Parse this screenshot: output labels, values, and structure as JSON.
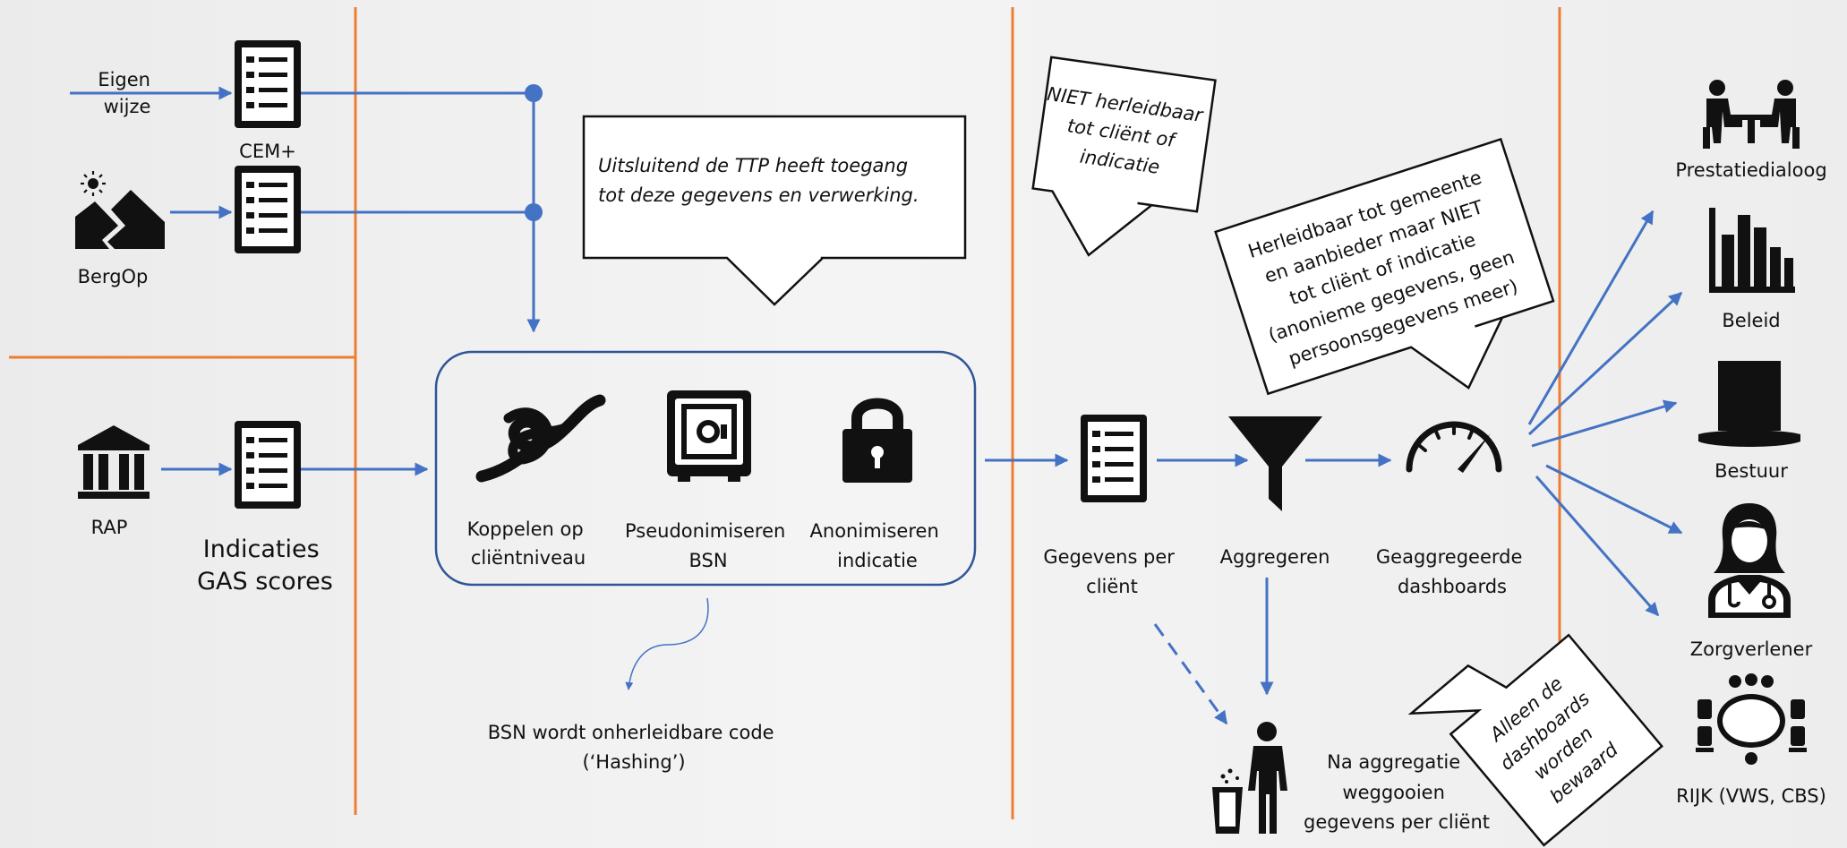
{
  "sources": {
    "eigen_wijze": [
      "Eigen",
      "wijze"
    ],
    "cem_label": "CEM+",
    "bergop_label": "BergOp",
    "rap_label": "RAP",
    "indicaties": [
      "Indicaties",
      "GAS scores"
    ]
  },
  "ttp": {
    "callout": [
      "Uitsluitend de TTP heeft toegang",
      "tot deze gegevens en verwerking."
    ],
    "steps": [
      {
        "label": [
          "Koppelen op",
          "cliëntniveau"
        ],
        "icon": "knot-icon"
      },
      {
        "label": [
          "Pseudonimiseren",
          "BSN"
        ],
        "icon": "safe-icon"
      },
      {
        "label": [
          "Anonimiseren",
          "indicatie"
        ],
        "icon": "padlock-icon"
      }
    ],
    "hashing_note": [
      "BSN wordt onherleidbare code",
      "(‘Hashing’)"
    ]
  },
  "processing": {
    "callout_niet": [
      "NIET herleidbaar",
      "tot cliënt of",
      "indicatie"
    ],
    "callout_herleidbaar": [
      "Herleidbaar tot gemeente",
      "en aanbieder maar NIET",
      "tot cliënt of indicatie",
      "(anonieme gegevens, geen",
      "persoonsgegevens meer)"
    ],
    "gegevens_per_client": [
      "Gegevens per",
      "cliënt"
    ],
    "aggregeren": "Aggregeren",
    "dashboards": [
      "Geaggregeerde",
      "dashboards"
    ],
    "weggooien": [
      "Na aggregatie",
      "weggooien",
      "gegevens per cliënt"
    ]
  },
  "outputs": {
    "items": [
      {
        "label": "Prestatiedialoog",
        "icon": "meeting-icon"
      },
      {
        "label": "Beleid",
        "icon": "bar-chart-icon"
      },
      {
        "label": "Bestuur",
        "icon": "top-hat-icon"
      },
      {
        "label": "Zorgverlener",
        "icon": "doctor-icon"
      },
      {
        "label": "RIJK (VWS, CBS)",
        "icon": "conference-table-icon"
      }
    ],
    "callout_dashboards": [
      "Alleen de",
      "dashboards",
      "worden",
      "bewaard"
    ]
  },
  "colors": {
    "arrow": "#4472c4",
    "divider": "#ed7d31",
    "ink": "#111111"
  }
}
